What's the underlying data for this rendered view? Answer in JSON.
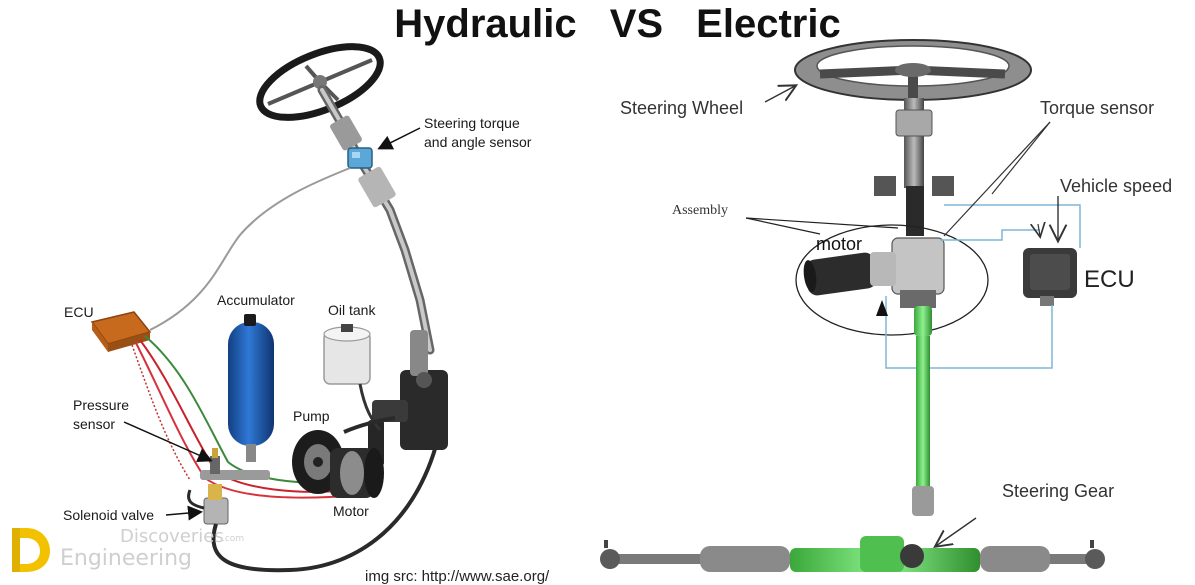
{
  "title": "Hydraulic   VS   Electric",
  "hydraulic": {
    "labels": {
      "sensor_line1": "Steering torque",
      "sensor_line2": "and angle sensor",
      "ecu": "ECU",
      "accumulator": "Accumulator",
      "oil_tank": "Oil tank",
      "pressure_line1": "Pressure",
      "pressure_line2": "sensor",
      "pump": "Pump",
      "solenoid": "Solenoid valve",
      "motor": "Motor"
    }
  },
  "electric": {
    "labels": {
      "steering_wheel": "Steering Wheel",
      "torque_sensor": "Torque sensor",
      "vehicle_speed": "Vehicle speed",
      "assembly": "Assembly",
      "motor": "motor",
      "ecu": "ECU",
      "steering_gear": "Steering Gear"
    }
  },
  "watermark": {
    "line1": "Discoveries",
    "dotcom": ".com",
    "line2": "Engineering"
  },
  "credit": "img src: http://www.sae.org/",
  "colors": {
    "ecu_orange": "#c86a1e",
    "accumulator_blue": "#1f5fb8",
    "column_green": "#6dd36d",
    "signal_blue": "#7fb7d6",
    "watermark_yellow": "#f2c200"
  }
}
